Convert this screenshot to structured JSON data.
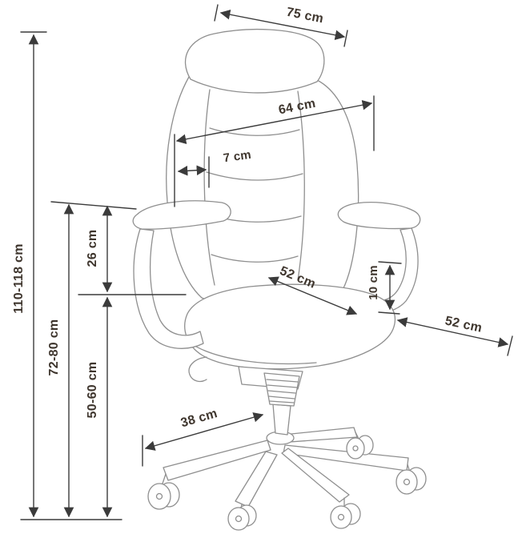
{
  "colors": {
    "background": "#ffffff",
    "chair_line": "#8f8f8f",
    "dimension_line": "#3b3b3b",
    "label_text": "#3f362e"
  },
  "dimensions": {
    "overall_height": {
      "label": "110-118 cm"
    },
    "armrest_floor_height": {
      "label": "72-80 cm"
    },
    "armrest_above_seat": {
      "label": "26 cm"
    },
    "seat_height": {
      "label": "50-60 cm"
    },
    "top_depth": {
      "label": "75 cm"
    },
    "backrest_width": {
      "label": "64 cm"
    },
    "headrest_depth": {
      "label": "7 cm"
    },
    "seat_width": {
      "label": "52 cm"
    },
    "armrest_pad_height": {
      "label": "10 cm"
    },
    "seat_depth": {
      "label": "52 cm"
    },
    "base_leg_span": {
      "label": "38 cm"
    }
  }
}
